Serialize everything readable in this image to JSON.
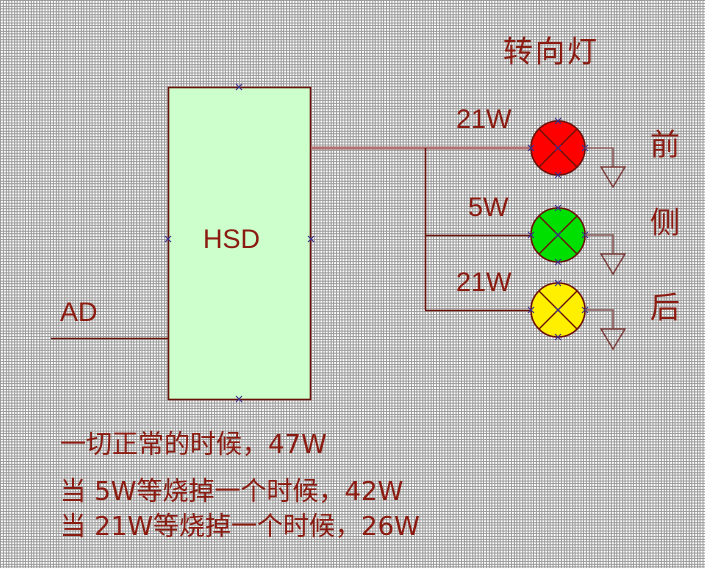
{
  "diagram": {
    "title": "转向灯",
    "block": {
      "label": "HSD",
      "fill_color": "#CCFFCC",
      "border_color": "#6B1008"
    },
    "input": {
      "label": "AD"
    },
    "lamps": [
      {
        "power": "21W",
        "position_label": "前",
        "color": "#FF0000",
        "border_color": "#6B1008",
        "name": "front-turn-lamp"
      },
      {
        "power": "5W",
        "position_label": "侧",
        "color": "#00E000",
        "border_color": "#6B1008",
        "name": "side-turn-lamp"
      },
      {
        "power": "21W",
        "position_label": "后",
        "color": "#FFF000",
        "border_color": "#6B1008",
        "name": "rear-turn-lamp"
      }
    ],
    "notes": [
      "一切正常的时候，47W",
      "当 5W等烧掉一个时候，42W",
      "当 21W等烧掉一个时候，26W"
    ],
    "colors": {
      "text": "#8B1A10",
      "wire": "#6B1008",
      "wire_highlight": "#B07070",
      "grid_minor": "#C8C8C8",
      "grid_major": "#969696",
      "background": "#FFFFFF"
    }
  }
}
